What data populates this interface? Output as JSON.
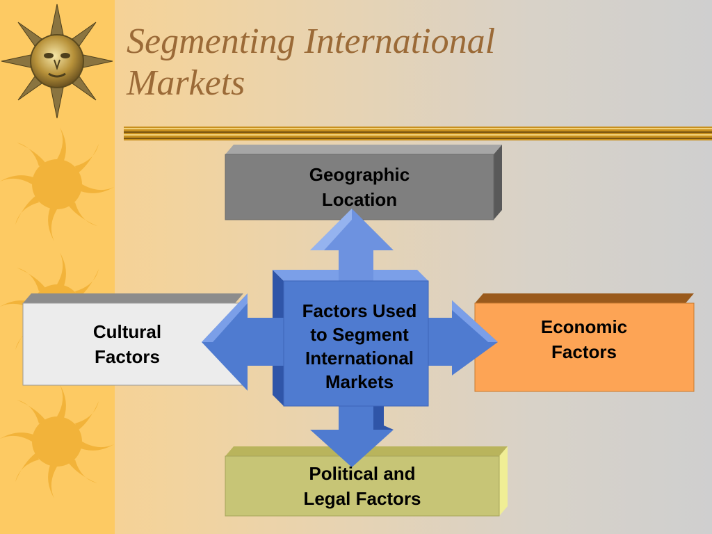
{
  "slide": {
    "title_line1": "Segmenting International",
    "title_line2": "Markets"
  },
  "diagram": {
    "center": {
      "line1": "Factors Used",
      "line2": "to Segment",
      "line3": "International",
      "line4": "Markets",
      "color": "#4f7bd0"
    },
    "top": {
      "line1": "Geographic",
      "line2": "Location",
      "color": "#7f7f7f"
    },
    "left": {
      "line1": "Cultural",
      "line2": "Factors",
      "color": "#e9e9e9"
    },
    "right": {
      "line1": "Economic",
      "line2": "Factors",
      "color": "#fda455"
    },
    "bottom": {
      "line1": "Political and",
      "line2": "Legal Factors",
      "color": "#c7c576"
    }
  },
  "decor": {
    "sidebar_color": "#fdca63",
    "sun_color": "#f2b33a",
    "rule_color": "#c8901e",
    "icons": [
      "sun-face-icon",
      "sun-icon",
      "sun-icon",
      "sun-icon"
    ]
  }
}
